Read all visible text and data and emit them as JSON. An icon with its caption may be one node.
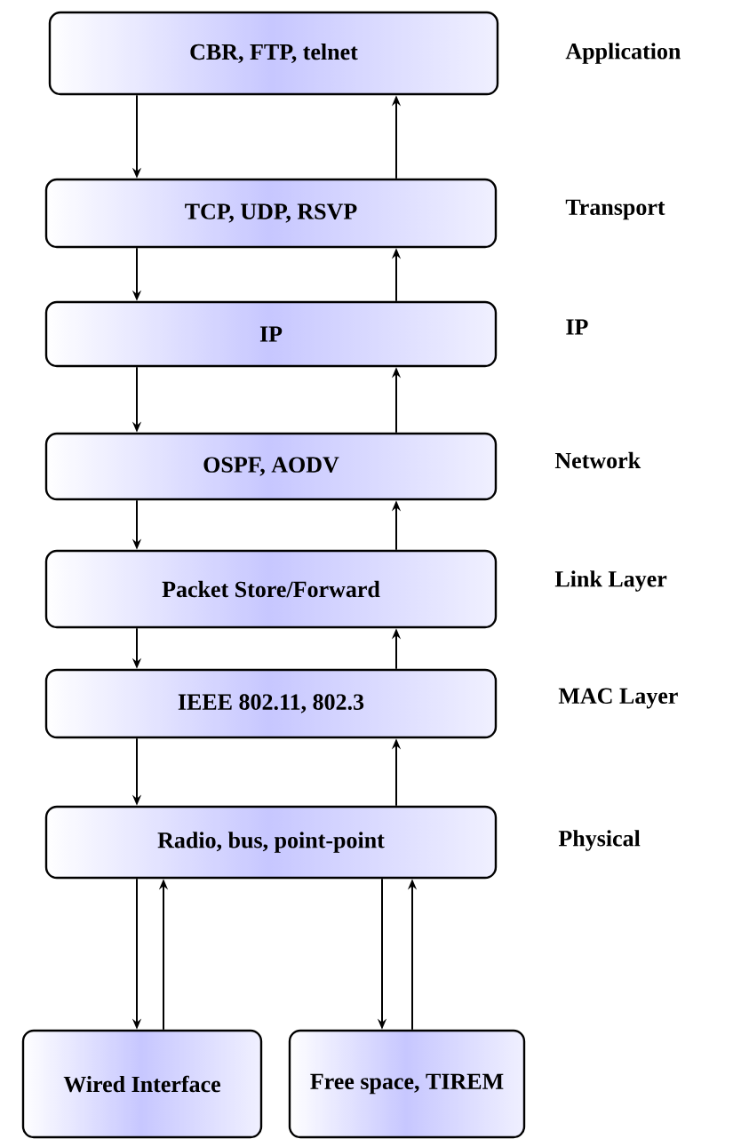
{
  "diagram": {
    "nodes": [
      {
        "text": [
          "CBR, FTP, telnet"
        ],
        "beside": [
          "Application"
        ]
      },
      {
        "text": [
          "TCP, UDP, RSVP"
        ],
        "beside": [
          "Transport"
        ]
      },
      {
        "text": [
          "IP"
        ],
        "beside": [
          "IP"
        ]
      },
      {
        "text": [
          "OSPF, AODV"
        ],
        "beside": [
          "Network"
        ]
      },
      {
        "text": [
          "Packet Store/Forward"
        ],
        "beside": [
          "Link Layer"
        ]
      },
      {
        "text": [
          "IEEE 802.11, 802.3"
        ],
        "beside": [
          "MAC Layer"
        ]
      },
      {
        "text": [
          "Radio, bus, point-point"
        ],
        "beside": [
          "Physical"
        ]
      },
      {
        "text": [
          "Wired Interface"
        ]
      },
      {
        "text": [
          "Free space, TIREM"
        ]
      }
    ],
    "edges": [
      {
        "from": 0,
        "to": 1,
        "arrow": "to"
      },
      {
        "from": 1,
        "to": 0,
        "arrow": "to"
      },
      {
        "from": 1,
        "to": 2,
        "arrow": "to"
      },
      {
        "from": 2,
        "to": 1,
        "arrow": "to"
      },
      {
        "from": 2,
        "to": 3,
        "arrow": "to"
      },
      {
        "from": 3,
        "to": 2,
        "arrow": "to"
      },
      {
        "from": 3,
        "to": 4,
        "arrow": "to"
      },
      {
        "from": 4,
        "to": 3,
        "arrow": "to"
      },
      {
        "from": 4,
        "to": 5,
        "arrow": "to"
      },
      {
        "from": 5,
        "to": 4,
        "arrow": "to"
      },
      {
        "from": 5,
        "to": 6,
        "arrow": "to"
      },
      {
        "from": 6,
        "to": 5,
        "arrow": "to"
      },
      {
        "from": 6,
        "to": 7,
        "arrow": "to"
      },
      {
        "from": 7,
        "to": 6,
        "arrow": "to"
      },
      {
        "from": 6,
        "to": 8,
        "arrow": "to"
      },
      {
        "from": 8,
        "to": 6,
        "arrow": "to"
      }
    ]
  }
}
